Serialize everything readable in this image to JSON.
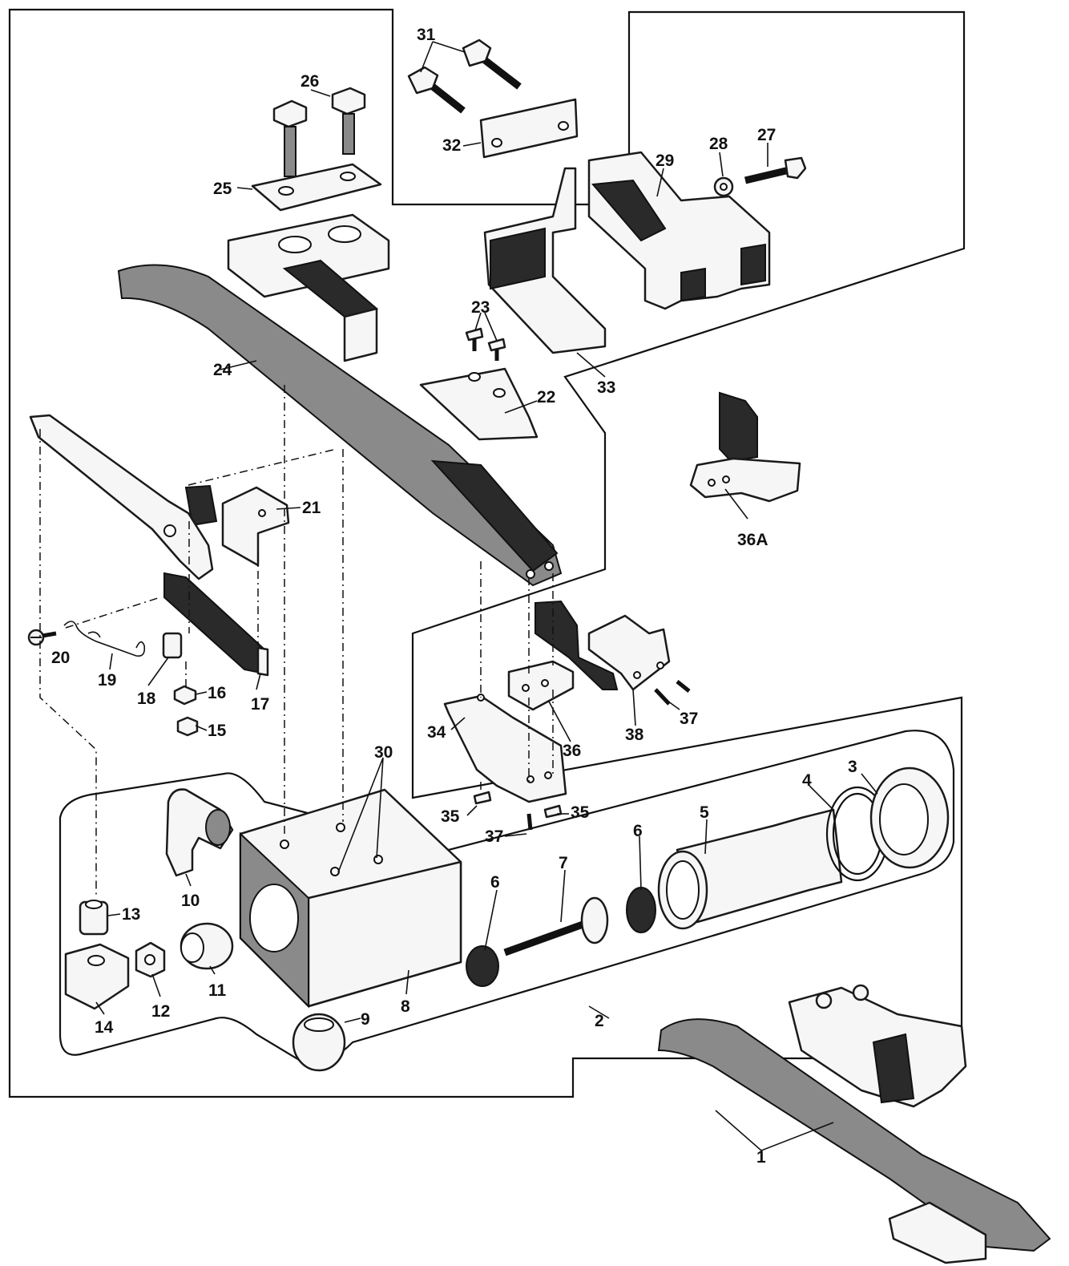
{
  "callouts": {
    "c1": "1",
    "c2": "2",
    "c3": "3",
    "c4": "4",
    "c5": "5",
    "c6a": "6",
    "c6b": "6",
    "c7": "7",
    "c8": "8",
    "c9": "9",
    "c10": "10",
    "c11": "11",
    "c12": "12",
    "c13": "13",
    "c14": "14",
    "c15": "15",
    "c16": "16",
    "c17": "17",
    "c18": "18",
    "c19": "19",
    "c20": "20",
    "c21": "21",
    "c22": "22",
    "c23": "23",
    "c24": "24",
    "c25": "25",
    "c26": "26",
    "c27": "27",
    "c28": "28",
    "c29": "29",
    "c30": "30",
    "c31": "31",
    "c32": "32",
    "c33": "33",
    "c34": "34",
    "c35a": "35",
    "c35b": "35",
    "c36": "36",
    "c36a": "36A",
    "c37a": "37",
    "c37b": "37",
    "c38": "38"
  }
}
